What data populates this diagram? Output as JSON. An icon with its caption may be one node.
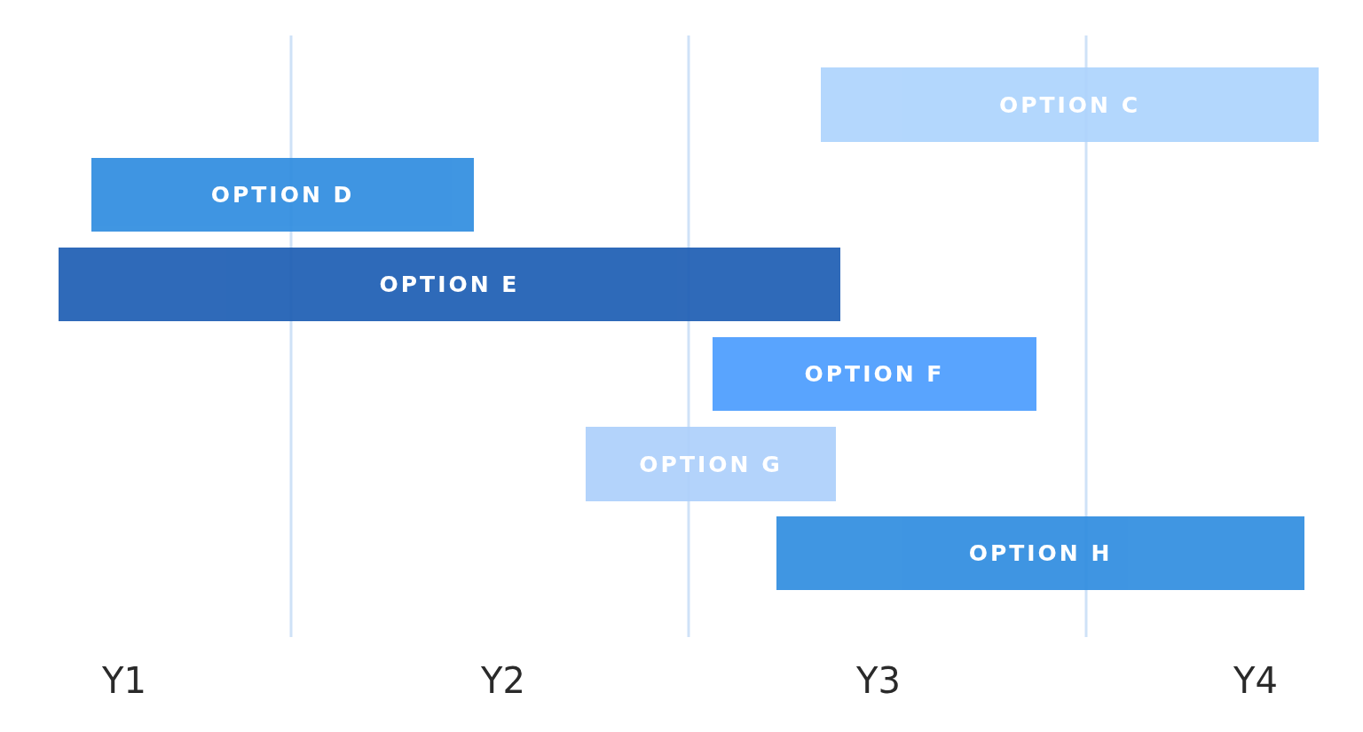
{
  "diagram": {
    "nodes": [
      {
        "text": [
          "OPTION C"
        ]
      },
      {
        "text": [
          "OPTION D"
        ]
      },
      {
        "text": [
          "OPTION E"
        ]
      },
      {
        "text": [
          "OPTION F"
        ]
      },
      {
        "text": [
          "OPTION G"
        ]
      },
      {
        "text": [
          "OPTION H"
        ]
      }
    ],
    "edges": [],
    "labels": [
      "Y1",
      "Y2",
      "Y3",
      "Y4"
    ]
  }
}
